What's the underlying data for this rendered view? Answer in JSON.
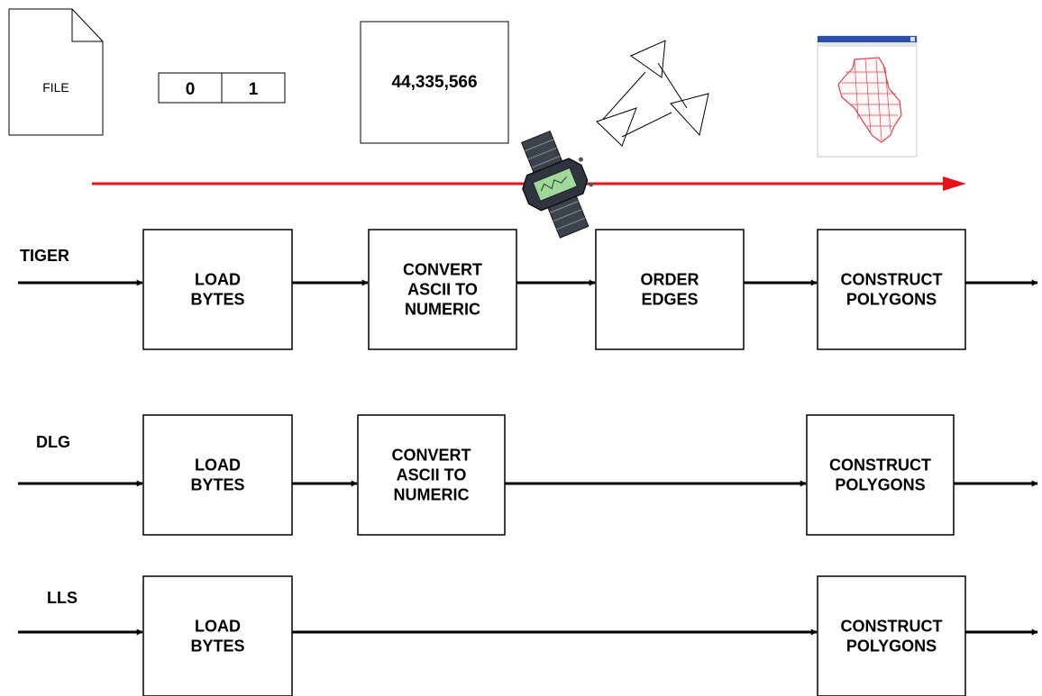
{
  "top_icons": {
    "file_label": "FILE",
    "bits": [
      "0",
      "1"
    ],
    "number": "44,335,566"
  },
  "colors": {
    "timeline": "#e5141b",
    "map_lines": "#d8424a",
    "watch_body": "#2f3540",
    "watch_screen": "#9fd89a"
  },
  "pipelines": [
    {
      "name": "TIGER",
      "steps": [
        [
          "LOAD",
          "BYTES"
        ],
        [
          "CONVERT",
          "ASCII TO",
          "NUMERIC"
        ],
        [
          "ORDER",
          "EDGES"
        ],
        [
          "CONSTRUCT",
          "POLYGONS"
        ]
      ]
    },
    {
      "name": "DLG",
      "steps": [
        [
          "LOAD",
          "BYTES"
        ],
        [
          "CONVERT",
          "ASCII TO",
          "NUMERIC"
        ],
        [
          "CONSTRUCT",
          "POLYGONS"
        ]
      ]
    },
    {
      "name": "LLS",
      "steps": [
        [
          "LOAD",
          "BYTES"
        ],
        [
          "CONSTRUCT",
          "POLYGONS"
        ]
      ]
    }
  ]
}
